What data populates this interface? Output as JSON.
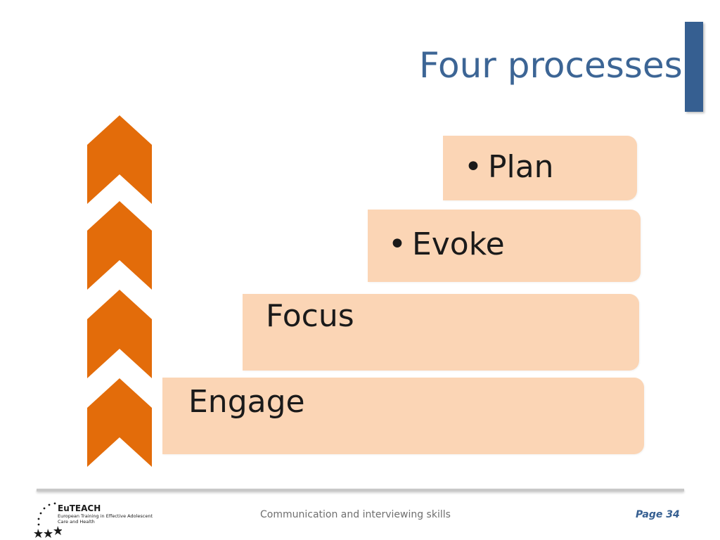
{
  "slide": {
    "title": "Four processes"
  },
  "steps": [
    {
      "label": "Plan",
      "bullet": "•"
    },
    {
      "label": "Evoke",
      "bullet": "•"
    },
    {
      "label": "Focus",
      "bullet": ""
    },
    {
      "label": "Engage",
      "bullet": ""
    }
  ],
  "colors": {
    "accent": "#365f91",
    "chevron": "#e36c0a",
    "step_fill": "#fbd5b5",
    "title": "#3c6595"
  },
  "footer": {
    "logo_name": "EuTEACH",
    "logo_subtitle": "European Training in Effective Adolescent Care and Health",
    "center_text": "Communication and interviewing skills",
    "page_label": "Page 34"
  },
  "icons": {
    "chevron": "chevron-up-icon",
    "logo": "eu-stars-logo-icon"
  }
}
